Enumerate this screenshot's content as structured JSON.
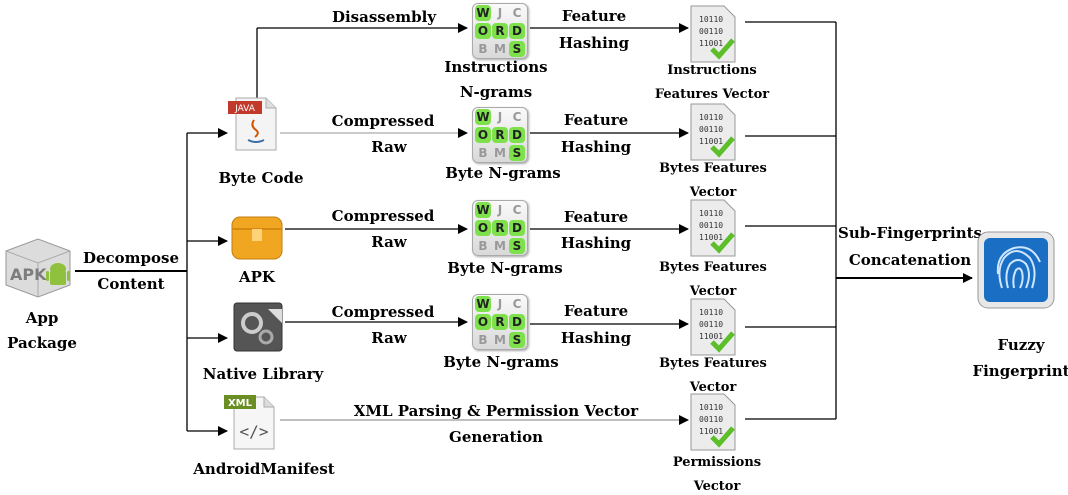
{
  "source": {
    "title": "App Package",
    "title_line1": "App",
    "title_line2": "Package",
    "icon_text": "APK"
  },
  "decompose": {
    "line1": "Decompose",
    "line2": "Content"
  },
  "components": [
    {
      "name": "Byte Code",
      "badge": "JAVA"
    },
    {
      "name": "APK"
    },
    {
      "name": "Native Library"
    },
    {
      "name": "AndroidManifest",
      "badge": "XML"
    }
  ],
  "extraction": [
    {
      "method": "Disassembly",
      "ngram_line1": "Instructions",
      "ngram_line2": "N-grams",
      "hash_line1": "Feature",
      "hash_line2": "Hashing",
      "vector_line1": "Instructions",
      "vector_line2": "Features Vector"
    },
    {
      "method_line1": "Compressed",
      "method_line2": "Raw",
      "ngram": "Byte N-grams",
      "hash_line1": "Feature",
      "hash_line2": "Hashing",
      "vector_line1": "Bytes Features",
      "vector_line2": "Vector"
    },
    {
      "method_line1": "Compressed",
      "method_line2": "Raw",
      "ngram": "Byte N-grams",
      "hash_line1": "Feature",
      "hash_line2": "Hashing",
      "vector_line1": "Bytes Features",
      "vector_line2": "Vector"
    },
    {
      "method_line1": "Compressed",
      "method_line2": "Raw",
      "ngram": "Byte N-grams",
      "hash_line1": "Feature",
      "hash_line2": "Hashing",
      "vector_line1": "Bytes Features",
      "vector_line2": "Vector"
    },
    {
      "method_line1": "XML Parsing & Permission Vector",
      "method_line2": "Generation",
      "vector_line1": "Permissions",
      "vector_line2": "Vector"
    }
  ],
  "words_icon": {
    "letters": [
      "W",
      "J",
      "C",
      "O",
      "R",
      "D",
      "B",
      "M",
      "S"
    ]
  },
  "vector_icon": {
    "rows": [
      "10110",
      "00110",
      "11001"
    ]
  },
  "concat": {
    "line1": "Sub-Fingerprints",
    "line2": "Concatenation"
  },
  "output": {
    "line1": "Fuzzy",
    "line2": "Fingerprint"
  },
  "colors": {
    "accent_green": "#7ee14b",
    "check_green": "#5cbf2a",
    "fingerprint_blue": "#1a6fc4"
  }
}
